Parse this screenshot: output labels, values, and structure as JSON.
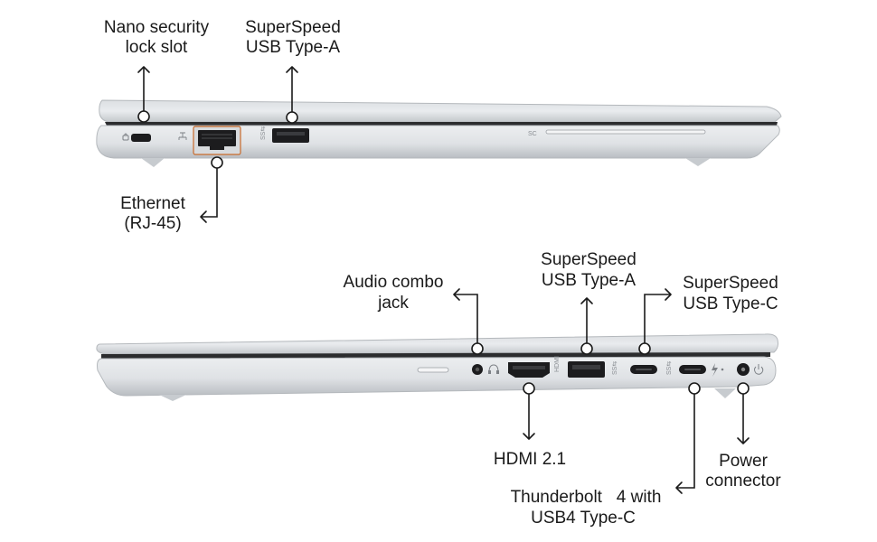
{
  "colors": {
    "chassis_light": "#e4e6e9",
    "chassis_mid": "#c9ccd0",
    "chassis_dark": "#a9adb2",
    "seam": "#2b2c2e",
    "port_black": "#1c1c1e",
    "ethernet_accent": "#c86a2b",
    "text": "#1a1a1a",
    "background": "#ffffff"
  },
  "left_side": {
    "callouts": {
      "nano_lock": {
        "line1": "Nano security",
        "line2": "lock slot"
      },
      "usb_a": {
        "line1": "SuperSpeed",
        "line2": "USB Type-A"
      },
      "ethernet": {
        "line1": "Ethernet",
        "line2": "(RJ-45)"
      }
    },
    "printed_marks": {
      "smart_card": "SC"
    },
    "icons": [
      "lock-icon",
      "network-icon",
      "usb-ss-icon"
    ]
  },
  "right_side": {
    "callouts": {
      "audio": {
        "line1": "Audio combo",
        "line2": "jack"
      },
      "usb_a": {
        "line1": "SuperSpeed",
        "line2": "USB Type-A"
      },
      "usb_c": {
        "line1": "SuperSpeed",
        "line2": "USB Type-C"
      },
      "hdmi": {
        "line1": "HDMI 2.1"
      },
      "thunderbolt": {
        "line1": "Thunderbolt   4 with",
        "line2": "USB4 Type-C"
      },
      "power": {
        "line1": "Power",
        "line2": "connector"
      }
    },
    "icons": [
      "headset-icon",
      "hdmi-icon",
      "usb-ss-icon",
      "thunderbolt-icon",
      "power-icon"
    ]
  }
}
